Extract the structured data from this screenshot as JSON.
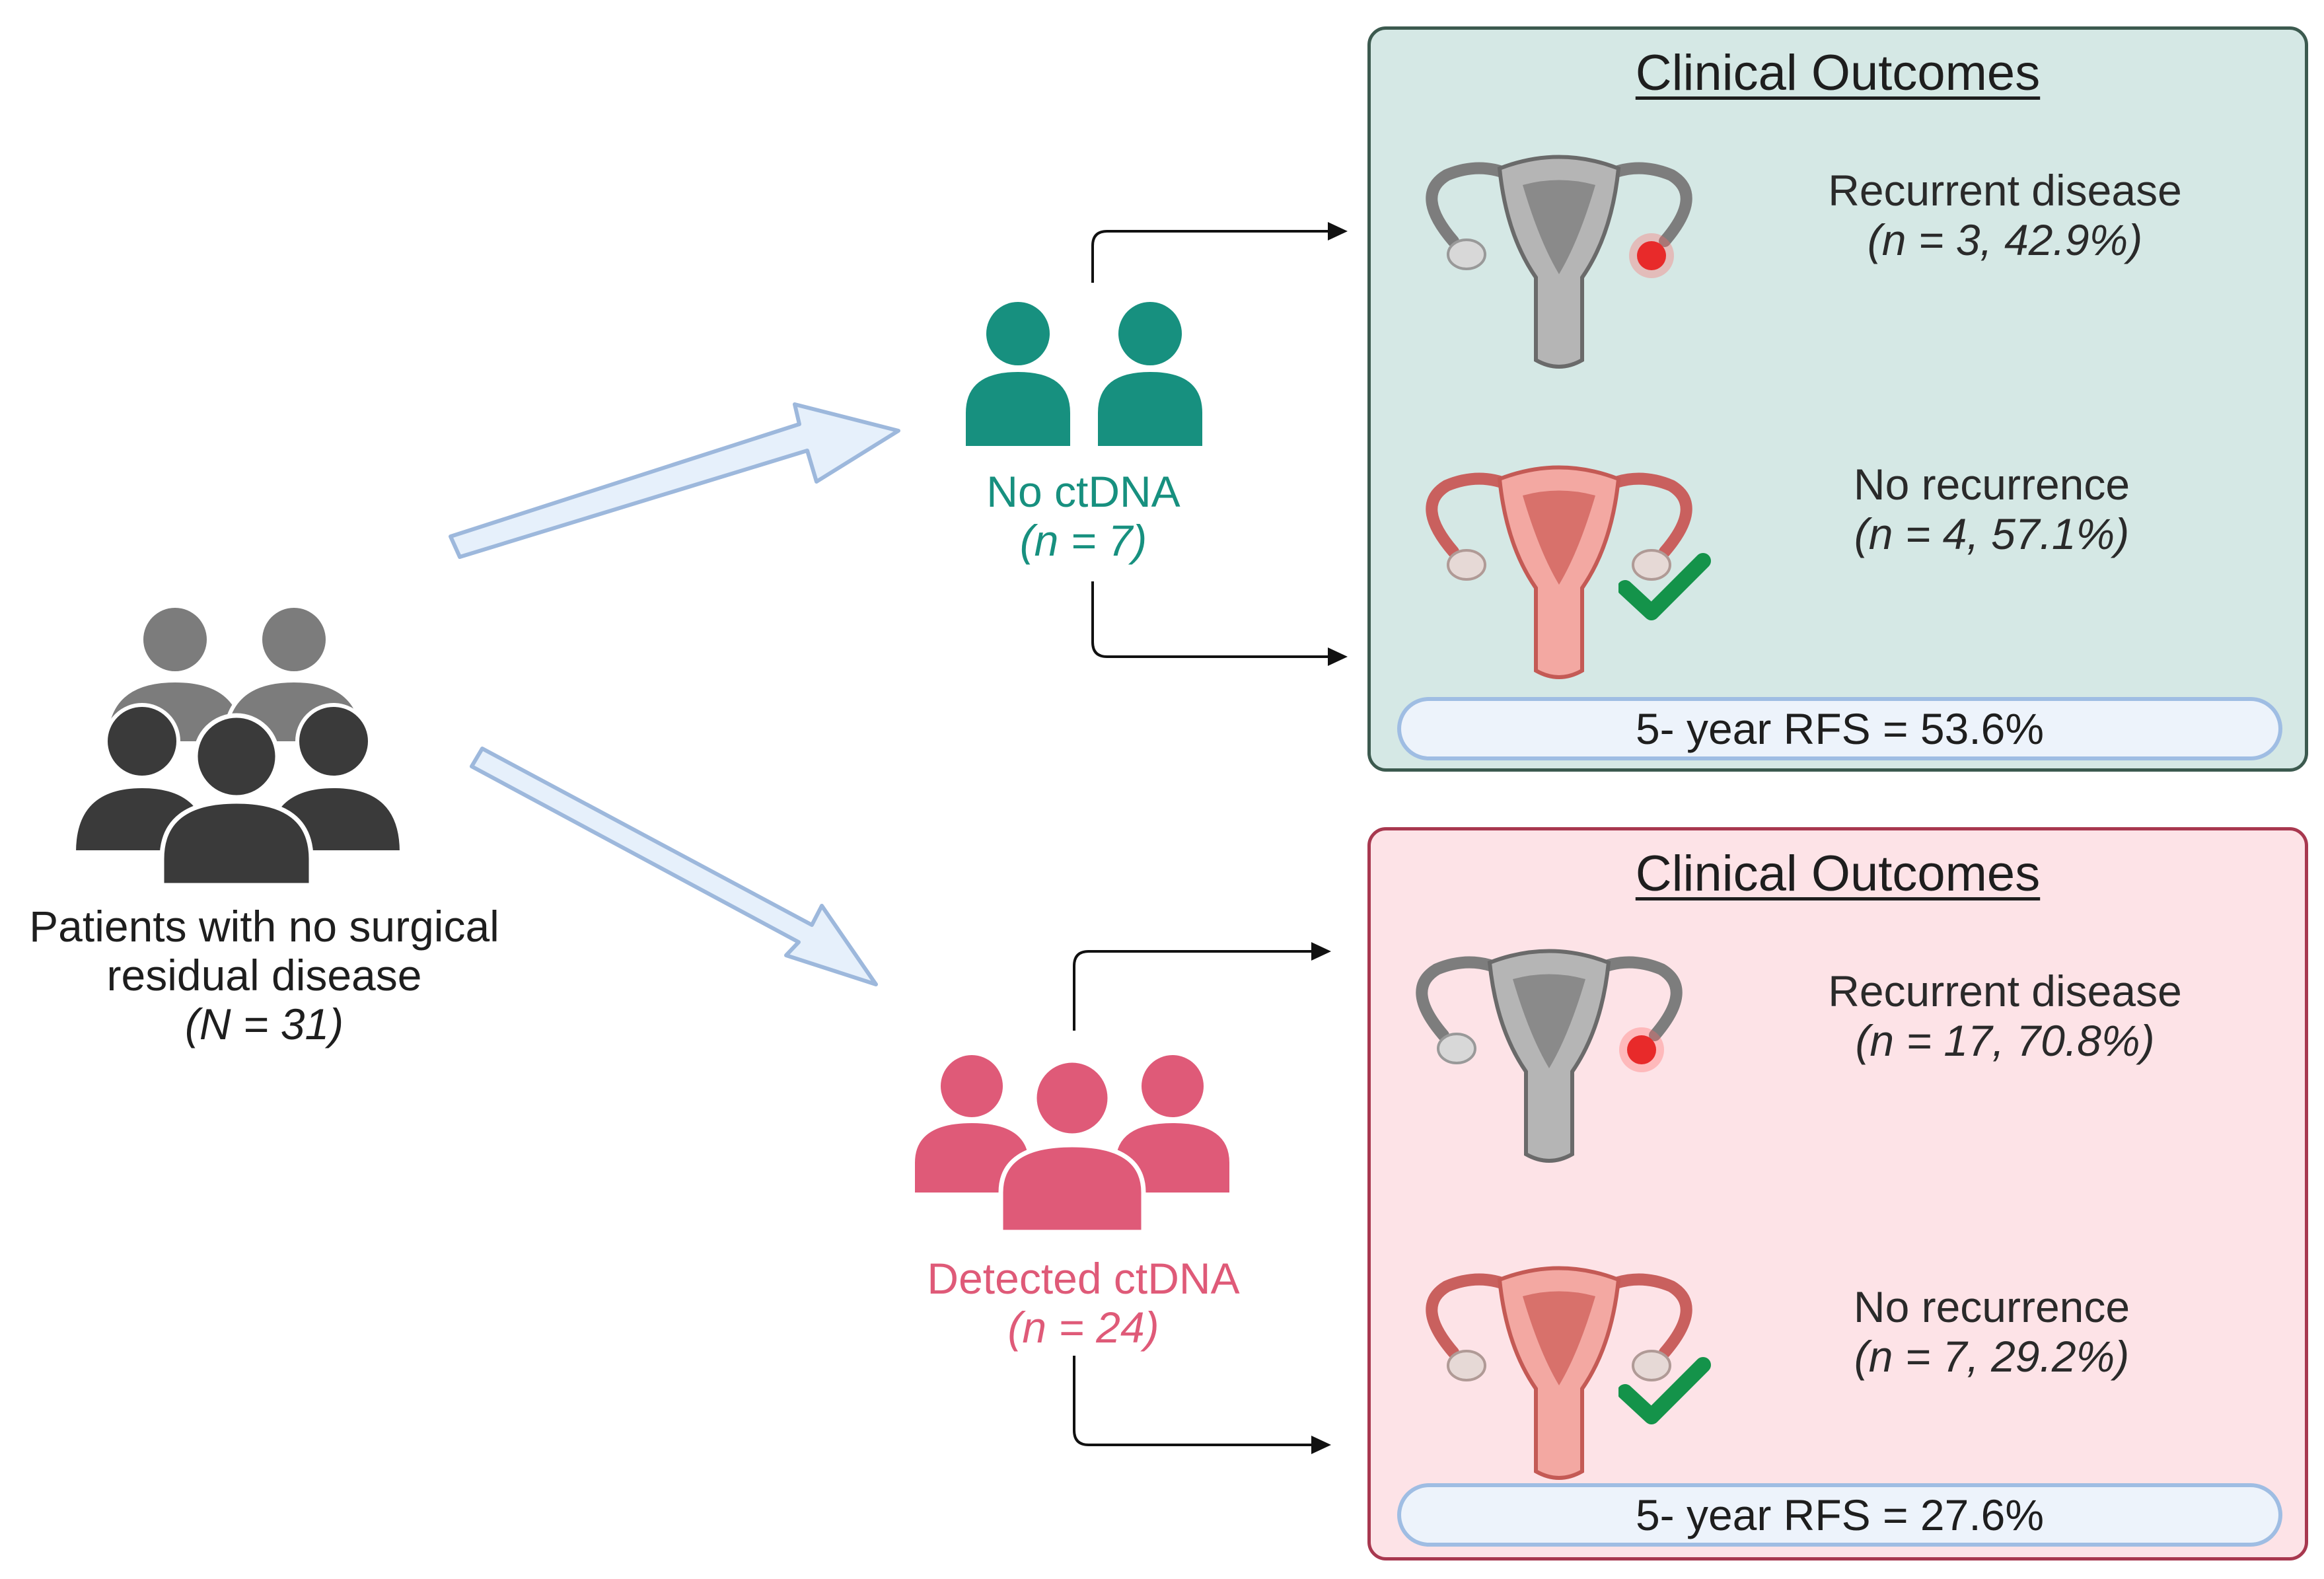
{
  "cohort": {
    "label_line1": "Patients with no surgical",
    "label_line2": "residual disease",
    "count": "(N = 31)"
  },
  "groups": [
    {
      "name": "No ctDNA",
      "count": "(n = 7)",
      "color": "#17907f",
      "panel_bg": "#d5e8e5",
      "panel_border": "#3c5a4f",
      "panel_title": "Clinical Outcomes",
      "outcomes": [
        {
          "label": "Recurrent disease",
          "sub": "(n = 3, 42.9%)"
        },
        {
          "label": "No recurrence",
          "sub": "(n = 4, 57.1%)"
        }
      ],
      "rfs": "5- year RFS = 53.6%"
    },
    {
      "name": "Detected ctDNA",
      "count": "(n = 24)",
      "color": "#df5a78",
      "panel_bg": "#fde3e7",
      "panel_border": "#a8384f",
      "panel_title": "Clinical Outcomes",
      "outcomes": [
        {
          "label": "Recurrent disease",
          "sub": "(n = 17, 70.8%)"
        },
        {
          "label": "No recurrence",
          "sub": "(n = 7, 29.2%)"
        }
      ],
      "rfs": "5- year RFS = 27.6%"
    }
  ],
  "icons": {
    "cohort": "people-group-icon",
    "group": "people-icon",
    "organ": "uterus-icon",
    "check": "checkmark-icon"
  }
}
